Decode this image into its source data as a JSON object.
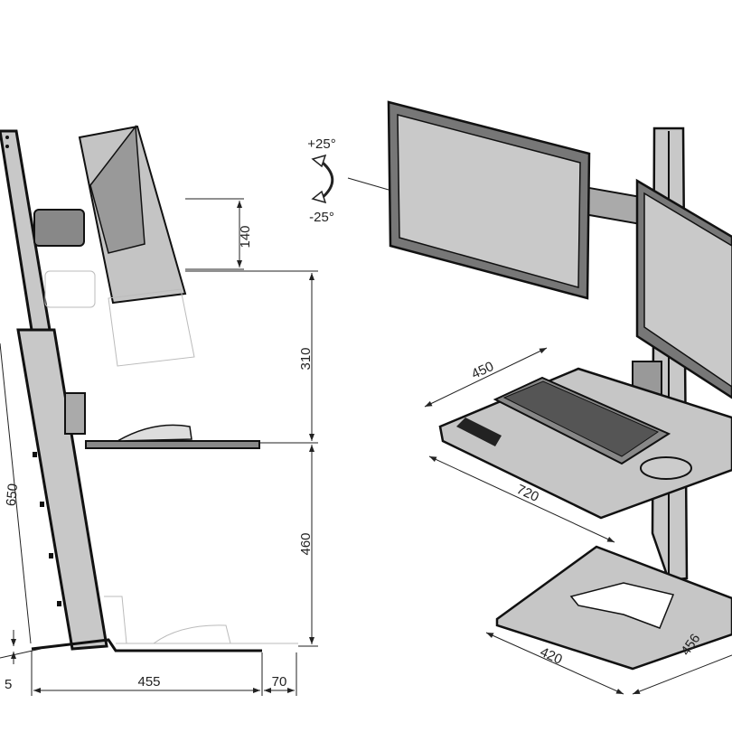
{
  "side_view": {
    "dimensions": {
      "monitor_adjust": "140",
      "monitor_height": "310",
      "keyboard_height": "460",
      "column_length": "650",
      "base_depth": "455",
      "base_lip": "70",
      "base_tilt": "5"
    }
  },
  "iso_view": {
    "rotation": {
      "up": "+25°",
      "down": "-25°"
    },
    "dimensions": {
      "tray_depth": "450",
      "tray_width": "720",
      "base_depth": "420",
      "base_width": "456"
    }
  },
  "colors": {
    "panel": "#c8c8c8",
    "line": "#111111"
  }
}
